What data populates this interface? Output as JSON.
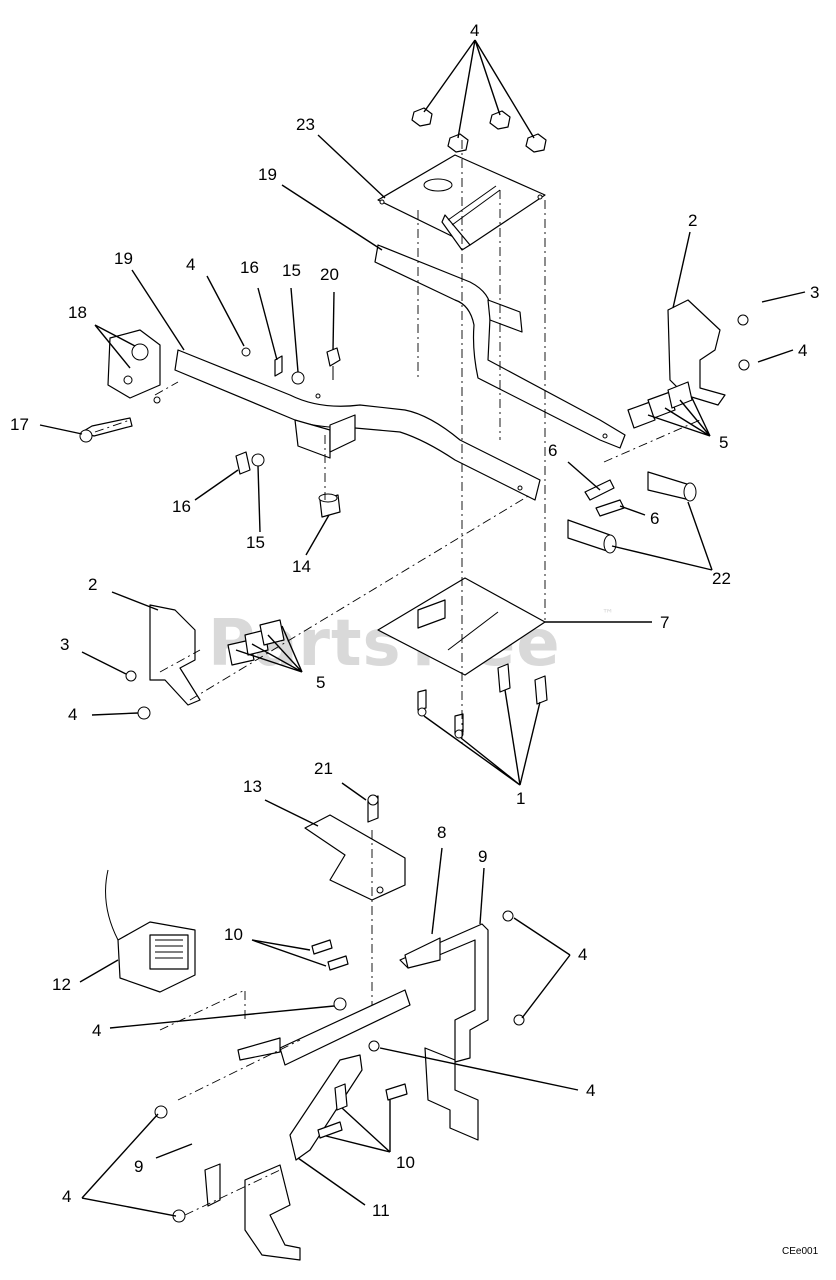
{
  "watermark": {
    "text": "PartsTree",
    "tm": "™"
  },
  "drawing_code": "CEe001",
  "callouts": [
    {
      "id": "c-4-top",
      "label": "4"
    },
    {
      "id": "c-23",
      "label": "23"
    },
    {
      "id": "c-19-a",
      "label": "19"
    },
    {
      "id": "c-19-b",
      "label": "19"
    },
    {
      "id": "c-4-b",
      "label": "4"
    },
    {
      "id": "c-16-a",
      "label": "16"
    },
    {
      "id": "c-15-a",
      "label": "15"
    },
    {
      "id": "c-20",
      "label": "20"
    },
    {
      "id": "c-18",
      "label": "18"
    },
    {
      "id": "c-17",
      "label": "17"
    },
    {
      "id": "c-2-a",
      "label": "2"
    },
    {
      "id": "c-3-a",
      "label": "3"
    },
    {
      "id": "c-4-c",
      "label": "4"
    },
    {
      "id": "c-5-a",
      "label": "5"
    },
    {
      "id": "c-6-a",
      "label": "6"
    },
    {
      "id": "c-6-b",
      "label": "6"
    },
    {
      "id": "c-22",
      "label": "22"
    },
    {
      "id": "c-16-b",
      "label": "16"
    },
    {
      "id": "c-15-b",
      "label": "15"
    },
    {
      "id": "c-14",
      "label": "14"
    },
    {
      "id": "c-2-b",
      "label": "2"
    },
    {
      "id": "c-3-b",
      "label": "3"
    },
    {
      "id": "c-4-d",
      "label": "4"
    },
    {
      "id": "c-5-b",
      "label": "5"
    },
    {
      "id": "c-7",
      "label": "7"
    },
    {
      "id": "c-1",
      "label": "1"
    },
    {
      "id": "c-21",
      "label": "21"
    },
    {
      "id": "c-13",
      "label": "13"
    },
    {
      "id": "c-8",
      "label": "8"
    },
    {
      "id": "c-9-a",
      "label": "9"
    },
    {
      "id": "c-10-a",
      "label": "10"
    },
    {
      "id": "c-4-e",
      "label": "4"
    },
    {
      "id": "c-12",
      "label": "12"
    },
    {
      "id": "c-4-f",
      "label": "4"
    },
    {
      "id": "c-4-g",
      "label": "4"
    },
    {
      "id": "c-10-b",
      "label": "10"
    },
    {
      "id": "c-9-b",
      "label": "9"
    },
    {
      "id": "c-4-h",
      "label": "4"
    },
    {
      "id": "c-11",
      "label": "11"
    }
  ]
}
